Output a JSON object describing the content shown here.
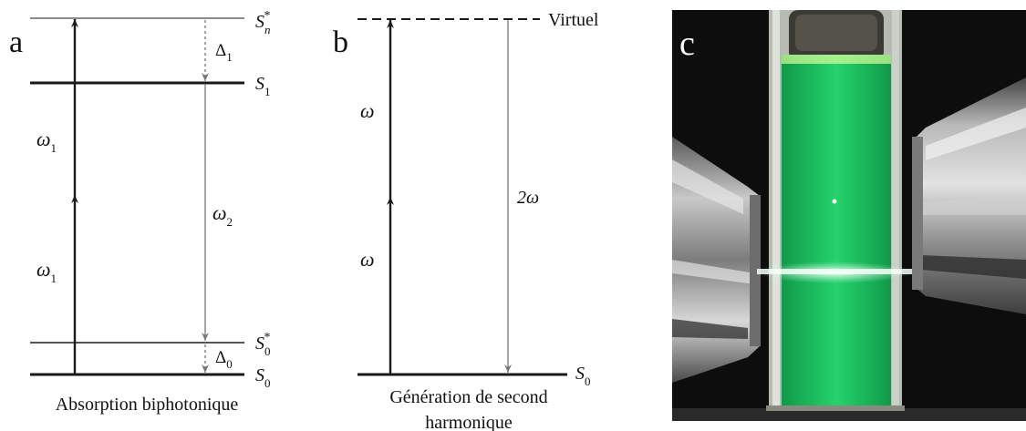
{
  "panel_a": {
    "letter": "a",
    "levels": {
      "sn_star": {
        "base": "S",
        "sub": "n",
        "sup": "*"
      },
      "s1": {
        "base": "S",
        "sub": "1"
      },
      "s0_star": {
        "base": "S",
        "sub": "0",
        "sup": "*"
      },
      "s0": {
        "base": "S",
        "sub": "0"
      }
    },
    "omega1_upper": {
      "base": "ω",
      "sub": "1"
    },
    "omega1_lower": {
      "base": "ω",
      "sub": "1"
    },
    "omega2": {
      "base": "ω",
      "sub": "2"
    },
    "delta1": {
      "base": "Δ",
      "sub": "1"
    },
    "delta0": {
      "base": "Δ",
      "sub": "0"
    },
    "caption": "Absorption biphotonique"
  },
  "panel_b": {
    "letter": "b",
    "virtual_label": "Virtuel",
    "omega_upper": "ω",
    "omega_lower": "ω",
    "two_omega": "2ω",
    "s0": {
      "base": "S",
      "sub": "0"
    },
    "caption_line1": "Génération de second",
    "caption_line2": "harmonique"
  },
  "panel_c": {
    "letter": "c"
  },
  "colors": {
    "line": "#1a1a1a",
    "gray_line": "#8a8a8a",
    "fluid_green": "#1fc864",
    "photo_bg": "#0d0d0d"
  }
}
